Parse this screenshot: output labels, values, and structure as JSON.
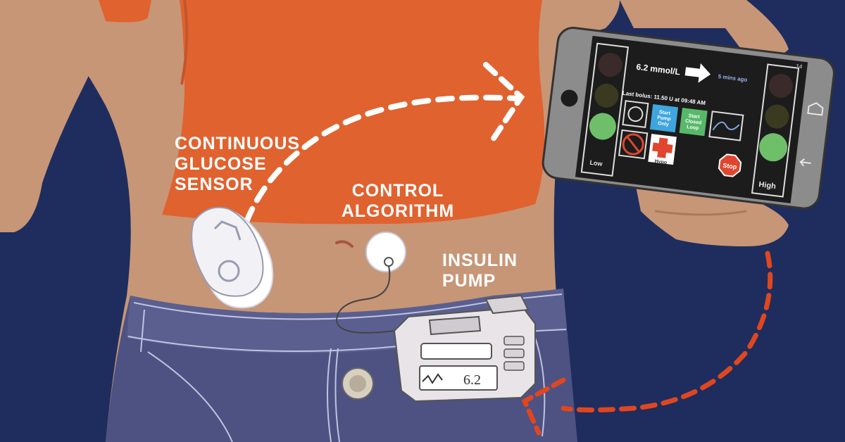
{
  "labels": {
    "cgm": [
      "CONTINUOUS",
      "GLUCOSE",
      "SENSOR"
    ],
    "control": [
      "CONTROL",
      "ALGORITHM"
    ],
    "pump": [
      "INSULIN",
      "PUMP"
    ]
  },
  "phone_screen": {
    "glucose": "6.2 mmol/L",
    "time_ago": "5 mins ago",
    "last_bolus": "Last bolus: 11.50 U at 09:48 AM",
    "btn_start_pump": [
      "Start",
      "Pump",
      "Only"
    ],
    "btn_start_closed": [
      "Start",
      "Closed",
      "Loop"
    ],
    "hypo": "Hypo",
    "stop": "Stop",
    "low": "Low",
    "high": "High",
    "status_time": "14"
  },
  "pump_display": "6.2",
  "colors": {
    "background": "#1e2d5e",
    "shirt": "#e0622f",
    "skin": "#c79677",
    "jeans": "#4d5282",
    "dashed_data_link": "#ffffff",
    "dashed_pump_link": "#e0461f"
  },
  "icons": [
    "sensor-icon",
    "control-algorithm-patch-icon",
    "insulin-pump-icon",
    "smartphone-icon",
    "arrow-right-icon",
    "meal-icon",
    "no-exercise-icon",
    "medical-cross-icon",
    "glucose-trend-icon",
    "stop-sign-icon"
  ]
}
